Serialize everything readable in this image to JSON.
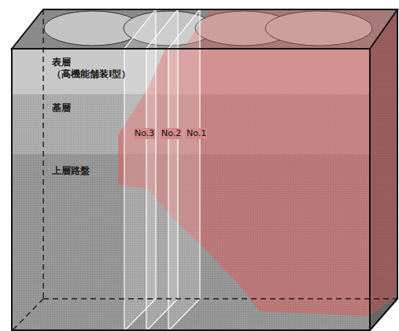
{
  "diagram": {
    "labels": [
      "表層",
      "（高機能舗装Ⅰ型）",
      "基層",
      "上層路盤",
      "No.3",
      "No.2",
      "No.1"
    ]
  }
}
